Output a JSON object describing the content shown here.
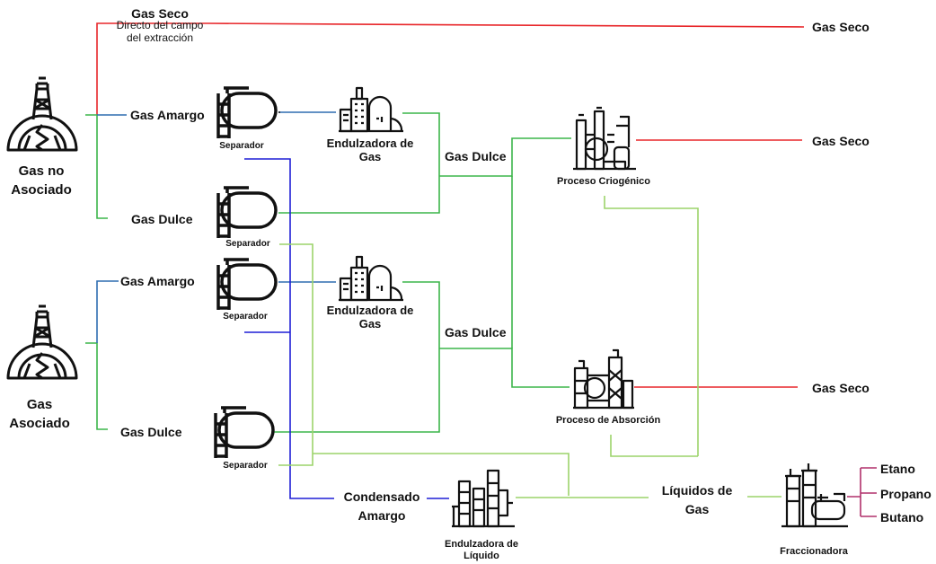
{
  "sources": {
    "no_asociado": {
      "line1": "Gas no",
      "line2": "Asociado"
    },
    "asociado": {
      "line1": "Gas",
      "line2": "Asociado"
    }
  },
  "top_source": {
    "title": "Gas Seco",
    "sub1": "Directo  del campo",
    "sub2": "del extracción"
  },
  "labels": {
    "gas_amargo_1": "Gas Amargo",
    "gas_dulce_1": "Gas Dulce",
    "gas_amargo_2": "Gas Amargo",
    "gas_dulce_2": "Gas Dulce",
    "separador_1": "Separador",
    "separador_2": "Separador",
    "separador_3": "Separador",
    "separador_4": "Separador",
    "endulzadora_gas_1a": "Endulzadora de",
    "endulzadora_gas_1b": "Gas",
    "endulzadora_gas_2a": "Endulzadora de",
    "endulzadora_gas_2b": "Gas",
    "gas_dulce_mid_1": "Gas Dulce",
    "gas_dulce_mid_2": "Gas Dulce",
    "proceso_criogenico": "Proceso Criogénico",
    "proceso_absorcion": "Proceso de Absorción",
    "condensado_a": "Condensado",
    "condensado_b": "Amargo",
    "endulzadora_liquido_a": "Endulzadora de",
    "endulzadora_liquido_b": "Líquido",
    "liquidos_a": "Líquidos de",
    "liquidos_b": "Gas",
    "fraccionadora": "Fraccionadora"
  },
  "outputs": {
    "gas_seco_top": "Gas Seco",
    "gas_seco_crio": "Gas Seco",
    "gas_seco_abs": "Gas Seco",
    "etano": "Etano",
    "propano": "Propano",
    "butano": "Butano"
  },
  "colors": {
    "dry_gas": "#e8262a",
    "sour_gas": "#2e6db0",
    "sweet_gas": "#3cb54a",
    "condensate": "#1f1fd6",
    "liquids": "#9cd46a",
    "fractions": "#b0306b",
    "icon": "#111111"
  }
}
